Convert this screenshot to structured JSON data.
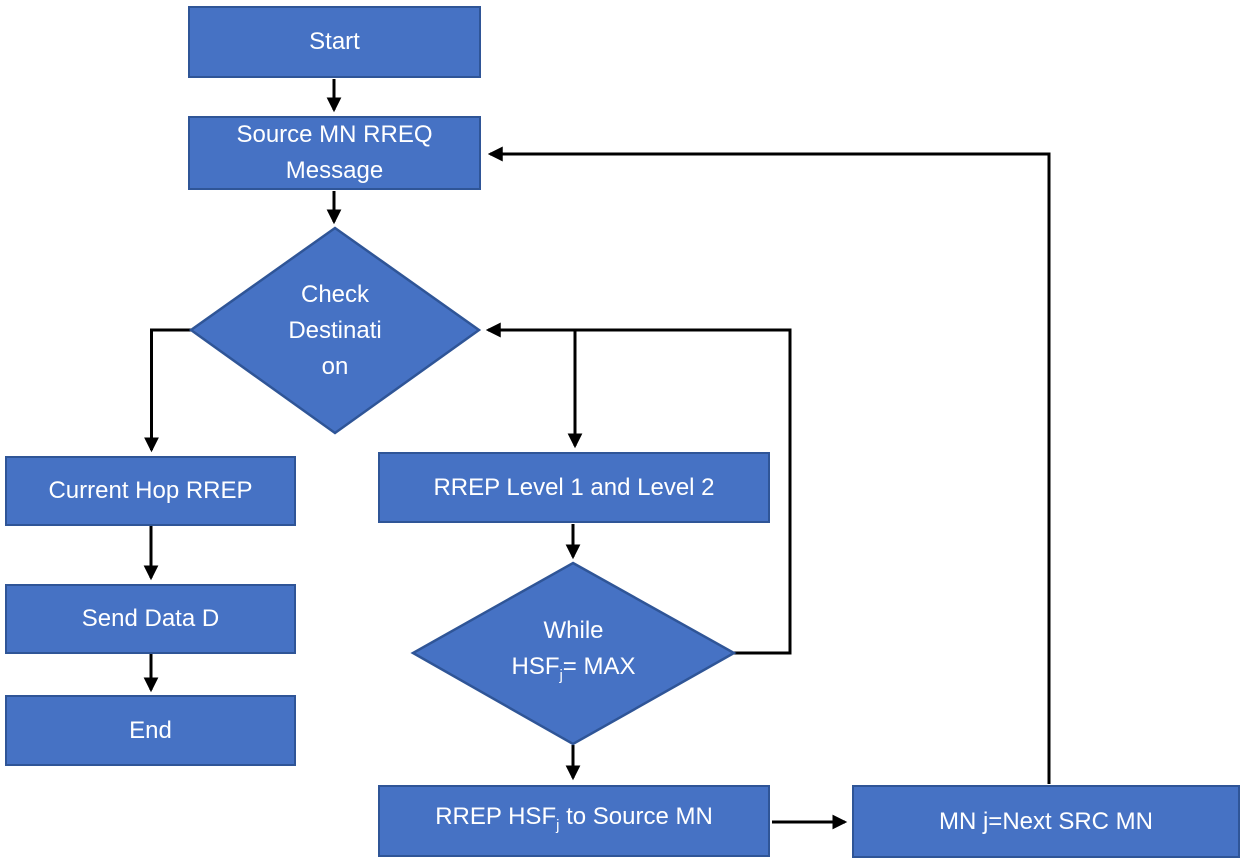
{
  "palette": {
    "node_fill": "#4672C4",
    "node_border": "#2F5597",
    "node_text": "#FFFFFF",
    "arrow_color": "#000000",
    "background": "#FFFFFF"
  },
  "nodes": {
    "start": {
      "label": "Start"
    },
    "source_rreq": {
      "line1": "Source MN RREQ",
      "line2": "Message"
    },
    "check_destination": {
      "line1": "Check",
      "line2": "Destinati",
      "line3": "on"
    },
    "current_hop": {
      "label": "Current Hop RREP"
    },
    "send_data": {
      "label": "Send Data D"
    },
    "end": {
      "label": "End"
    },
    "rrep_levels": {
      "label": "RREP Level 1 and Level 2"
    },
    "while_hsf": {
      "line1": "While",
      "line2_pre": "HSF",
      "line2_sub": "j",
      "line2_post": "= MAX"
    },
    "rrep_hsf": {
      "pre": "RREP HSF",
      "sub": "j",
      "post": " to Source MN"
    },
    "mn_next": {
      "label": "MN j=Next SRC MN"
    }
  },
  "edges": [
    {
      "from": "start",
      "to": "source_rreq"
    },
    {
      "from": "source_rreq",
      "to": "check_destination"
    },
    {
      "from": "check_destination",
      "to": "current_hop"
    },
    {
      "from": "current_hop",
      "to": "send_data"
    },
    {
      "from": "send_data",
      "to": "end"
    },
    {
      "from": "check_destination",
      "to": "rrep_levels"
    },
    {
      "from": "rrep_levels",
      "to": "while_hsf"
    },
    {
      "from": "while_hsf",
      "to": "rrep_hsf"
    },
    {
      "from": "rrep_hsf",
      "to": "mn_next"
    },
    {
      "from": "mn_next",
      "to": "source_rreq",
      "kind": "loop"
    },
    {
      "from": "while_hsf",
      "to": "check_destination",
      "kind": "loop"
    }
  ]
}
